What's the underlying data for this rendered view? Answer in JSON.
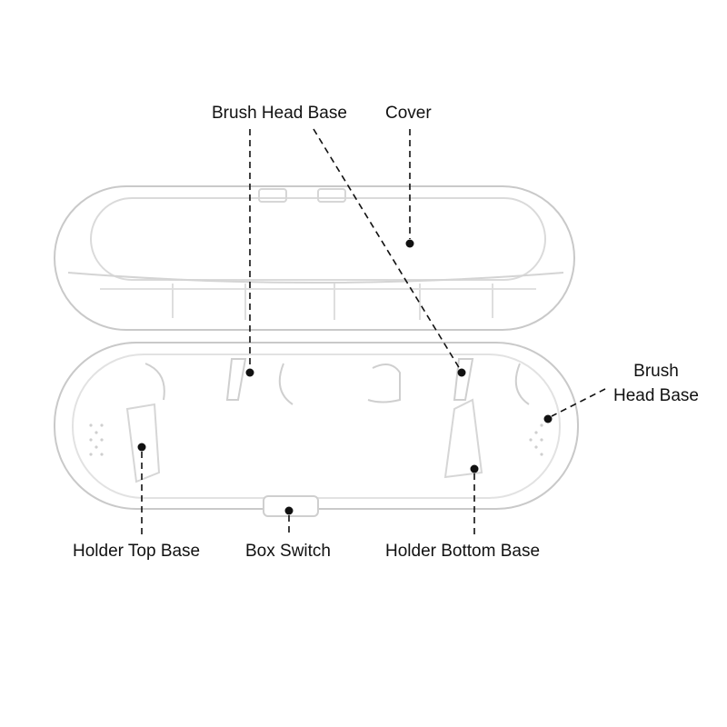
{
  "labels": {
    "brush_head_base_top": "Brush Head Base",
    "cover": "Cover",
    "brush_head_base_right_line1": "Brush",
    "brush_head_base_right_line2": "Head Base",
    "holder_top_base": "Holder Top Base",
    "box_switch": "Box Switch",
    "holder_bottom_base": "Holder Bottom Base"
  },
  "colors": {
    "case_outline": "#c9c9c9",
    "case_inner": "#e2e2e2",
    "leader": "#111111"
  }
}
